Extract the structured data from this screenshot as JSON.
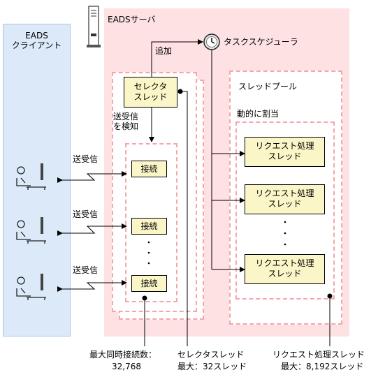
{
  "client": {
    "title_line1": "EADS",
    "title_line2": "クライアント"
  },
  "server": {
    "title": "EADSサーバ"
  },
  "scheduler": {
    "label": "タスクスケジューラ",
    "add_label": "追加"
  },
  "selector": {
    "line1": "セレクタ",
    "line2": "スレッド",
    "detect_line1": "送受信",
    "detect_line2": "を検知"
  },
  "connections": [
    {
      "label": "接続",
      "comm": "送受信"
    },
    {
      "label": "接続",
      "comm": "送受信"
    },
    {
      "label": "接続",
      "comm": "送受信"
    }
  ],
  "thread_pool": {
    "title": "スレッドプール",
    "assign_label": "動的に割当",
    "workers": [
      {
        "line1": "リクエスト処理",
        "line2": "スレッド"
      },
      {
        "line1": "リクエスト処理",
        "line2": "スレッド"
      },
      {
        "line1": "リクエスト処理",
        "line2": "スレッド"
      }
    ]
  },
  "notes": {
    "connections_line1": "最大同時接続数：",
    "connections_line2": "32,768",
    "selector_line1": "セレクタスレッド",
    "selector_line2": "最大：32スレッド",
    "workers_line1": "リクエスト処理スレッド",
    "workers_line2": "最大：8,192スレッド"
  }
}
